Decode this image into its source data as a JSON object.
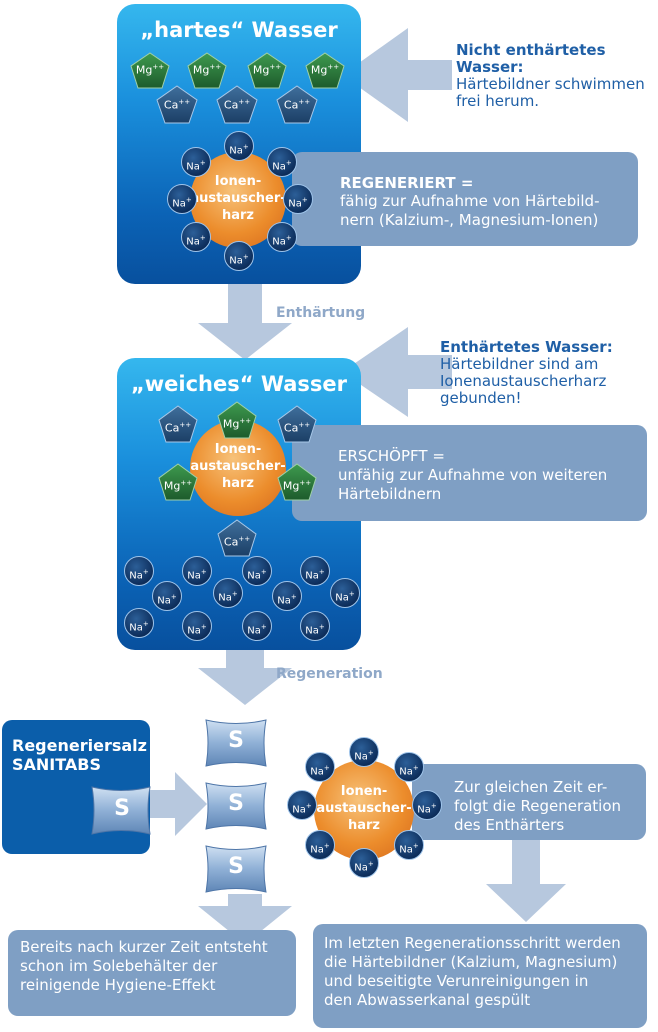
{
  "panel_hard": {
    "title": "„hartes“ Wasser"
  },
  "panel_soft": {
    "title": "„weiches“ Wasser"
  },
  "ions": {
    "mg": "Mg",
    "ca": "Ca",
    "na": "Na",
    "plus1": "+",
    "plus2": "++"
  },
  "resin": {
    "line1": "Ionen-",
    "line2": "austauscher-",
    "line3": "harz"
  },
  "note_hard": {
    "head": "Nicht enthärtetes Wasser:",
    "line1": "Härtebildner schwimmen",
    "line2": "frei herum."
  },
  "note_soft": {
    "head": "Enthärtetes Wasser:",
    "line1": "Härtebildner sind am",
    "line2": "Ionenaustauscherharz",
    "line3": "gebunden!"
  },
  "callout_regen": {
    "head": "REGENERIERT =",
    "line1": "fähig zur Aufnahme von Härtebild-",
    "line2": "nern (Kalzium-, Magnesium-Ionen)"
  },
  "callout_exhausted": {
    "head": "ERSCHÖPFT =",
    "line1": "unfähig zur Aufnahme von weiteren",
    "line2": "Härtebildnern"
  },
  "arrow_softening": "Enthärtung",
  "arrow_regeneration": "Regeneration",
  "salt": {
    "box_line1": "Regeneriersalz",
    "box_line2": "SANITABS",
    "tablet": "S"
  },
  "callout_same_time": {
    "line1": "Zur gleichen Zeit er-",
    "line2": "folgt die Regeneration",
    "line3": "des Enthärters"
  },
  "callout_hygiene": {
    "line1": "Bereits nach kurzer Zeit entsteht",
    "line2": "schon im Solebehälter der",
    "line3": "reinigende Hygiene-Effekt"
  },
  "callout_final": {
    "line1": "Im letzten Regenerationsschritt werden",
    "line2": "die Härtebildner (Kalzium, Magnesium)",
    "line3": "und beseitigte Verunreinigungen in",
    "line4": "den Abwasserkanal gespült"
  },
  "colors": {
    "panel_blue": "#1a8fdc",
    "callout": "#7f9fc4",
    "arrow": "#b7c8de",
    "resin": "#ec8d2c",
    "note_text": "#1f5fa6",
    "salt_box": "#0b5eaa"
  }
}
